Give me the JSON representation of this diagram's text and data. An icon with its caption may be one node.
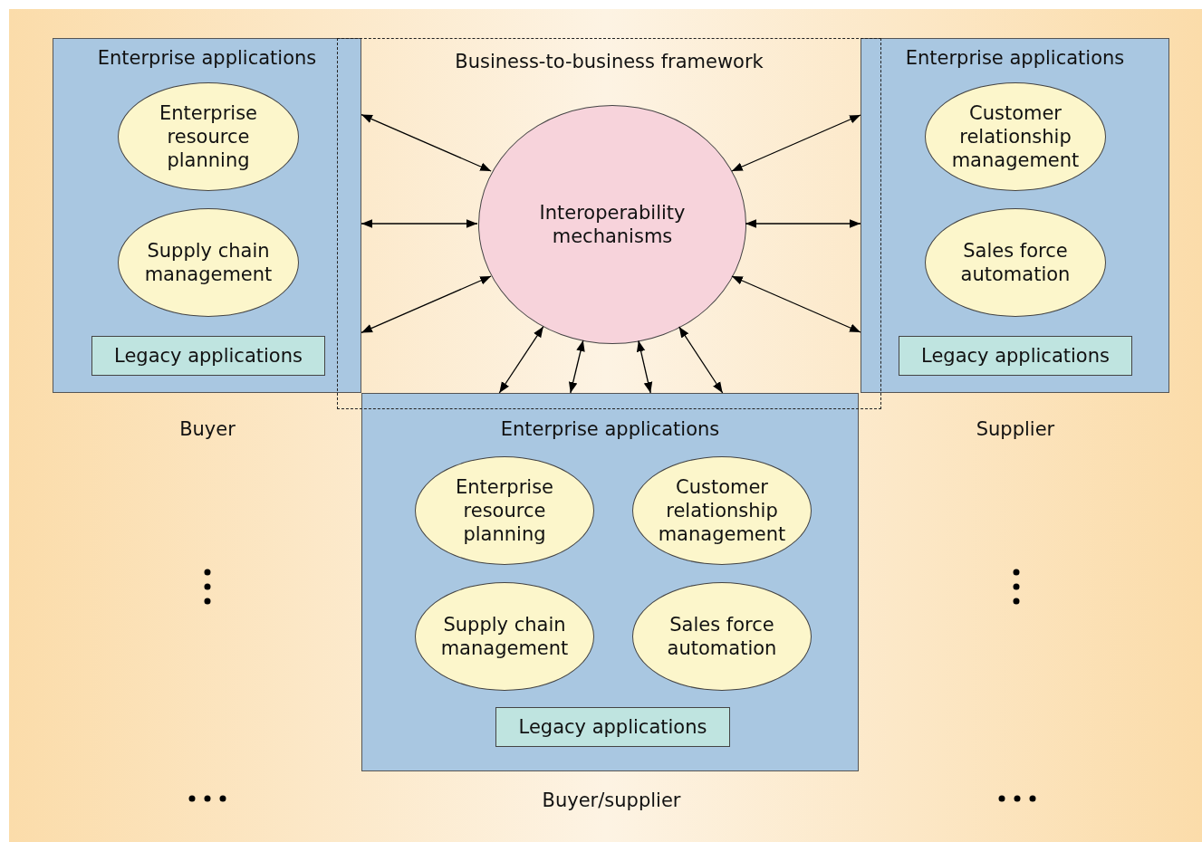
{
  "diagram": {
    "nodes": [
      {
        "text": [
          "Enterprise applications"
        ],
        "beside": [
          "Buyer"
        ]
      },
      {
        "text": [
          "Enterprise resource planning"
        ],
        "in": 0
      },
      {
        "text": [
          "Supply chain management"
        ],
        "in": 0
      },
      {
        "text": [
          "Legacy applications"
        ],
        "in": 0
      },
      {
        "text": [
          "Business-to-business framework"
        ]
      },
      {
        "text": [
          "Interoperability mechanisms"
        ],
        "in": 4
      },
      {
        "text": [
          "Enterprise applications"
        ],
        "beside": [
          "Supplier"
        ]
      },
      {
        "text": [
          "Customer relationship management"
        ],
        "in": 6
      },
      {
        "text": [
          "Sales force automation"
        ],
        "in": 6
      },
      {
        "text": [
          "Legacy applications"
        ],
        "in": 6
      },
      {
        "text": [
          "Enterprise applications"
        ],
        "beside": [
          "Buyer/supplier"
        ]
      },
      {
        "text": [
          "Enterprise resource planning"
        ],
        "in": 10
      },
      {
        "text": [
          "Customer relationship management"
        ],
        "in": 10
      },
      {
        "text": [
          "Supply chain management"
        ],
        "in": 10
      },
      {
        "text": [
          "Sales force automation"
        ],
        "in": 10
      },
      {
        "text": [
          "Legacy applications"
        ],
        "in": 10
      }
    ],
    "edges": [
      {
        "from": 5,
        "to": 0,
        "arrow": "both"
      },
      {
        "from": 5,
        "to": 0,
        "arrow": "both"
      },
      {
        "from": 5,
        "to": 0,
        "arrow": "both"
      },
      {
        "from": 5,
        "to": 6,
        "arrow": "both"
      },
      {
        "from": 5,
        "to": 6,
        "arrow": "both"
      },
      {
        "from": 5,
        "to": 6,
        "arrow": "both"
      },
      {
        "from": 5,
        "to": 10,
        "arrow": "both"
      },
      {
        "from": 5,
        "to": 10,
        "arrow": "both"
      },
      {
        "from": 5,
        "to": 10,
        "arrow": "both"
      },
      {
        "from": 5,
        "to": 10,
        "arrow": "both"
      }
    ]
  }
}
